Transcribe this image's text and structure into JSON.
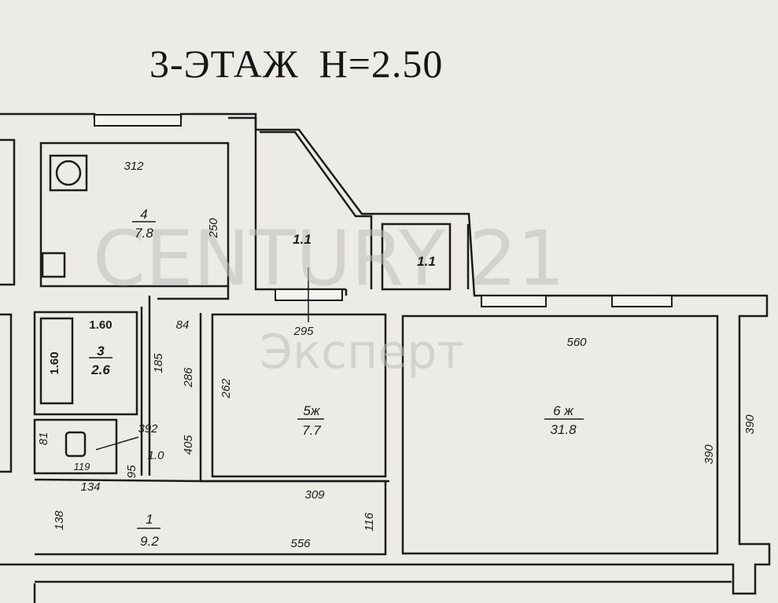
{
  "heading": {
    "floor": "3-ЭТАЖ",
    "height": "H=2.50"
  },
  "watermark": {
    "brand": "CENTURY 21",
    "sub": "Эксперт"
  },
  "rooms": {
    "r4": {
      "number": "4",
      "area": "7.8"
    },
    "r3": {
      "number": "3",
      "area": "2.6"
    },
    "r5": {
      "number": "5ж",
      "area": "7.7"
    },
    "r6": {
      "number": "6 ж",
      "area": "31.8"
    },
    "r1": {
      "number": "1",
      "area": "9.2"
    },
    "hall": {
      "area": "1.1"
    },
    "closet": {
      "area": "1.1"
    },
    "toilet": {
      "area": "1.0"
    }
  },
  "dims": {
    "d312": "312",
    "d250": "250",
    "d84": "84",
    "d160a": "1.60",
    "d160b": "1.60",
    "d185": "185",
    "d286": "286",
    "d392": "392",
    "d81": "81",
    "d119": "119",
    "d95": "95",
    "d405": "405",
    "d295": "295",
    "d262": "262",
    "d309": "309",
    "d560": "560",
    "d390a": "390",
    "d390b": "390",
    "d134": "134",
    "d138": "138",
    "d556": "556",
    "d116": "116"
  },
  "colors": {
    "paper": "#ecebe6",
    "ink": "#1c1c1c",
    "wall": "#f4f3ef"
  }
}
